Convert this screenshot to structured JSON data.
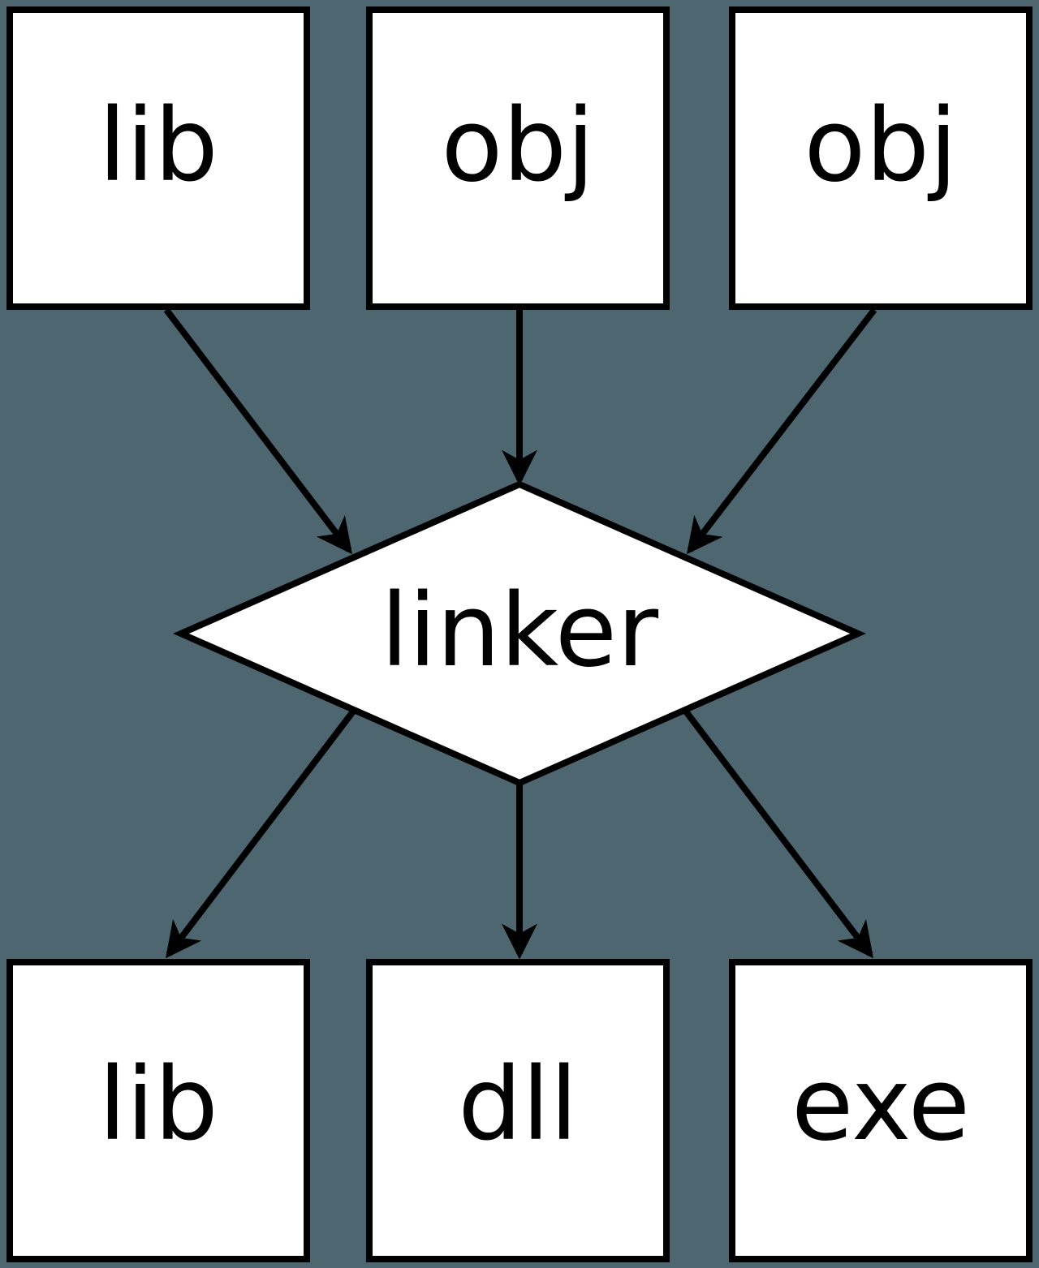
{
  "colors": {
    "background": "#4d6670",
    "node_fill": "#ffffff",
    "line": "#000000",
    "text": "#000000"
  },
  "nodes": {
    "top_left": {
      "label": "lib"
    },
    "top_middle": {
      "label": "obj"
    },
    "top_right": {
      "label": "obj"
    },
    "center": {
      "label": "linker"
    },
    "bottom_left": {
      "label": "lib"
    },
    "bottom_middle": {
      "label": "dll"
    },
    "bottom_right": {
      "label": "exe"
    }
  },
  "edges": [
    {
      "from": "top_left",
      "to": "center"
    },
    {
      "from": "top_middle",
      "to": "center"
    },
    {
      "from": "top_right",
      "to": "center"
    },
    {
      "from": "center",
      "to": "bottom_left"
    },
    {
      "from": "center",
      "to": "bottom_middle"
    },
    {
      "from": "center",
      "to": "bottom_right"
    }
  ]
}
